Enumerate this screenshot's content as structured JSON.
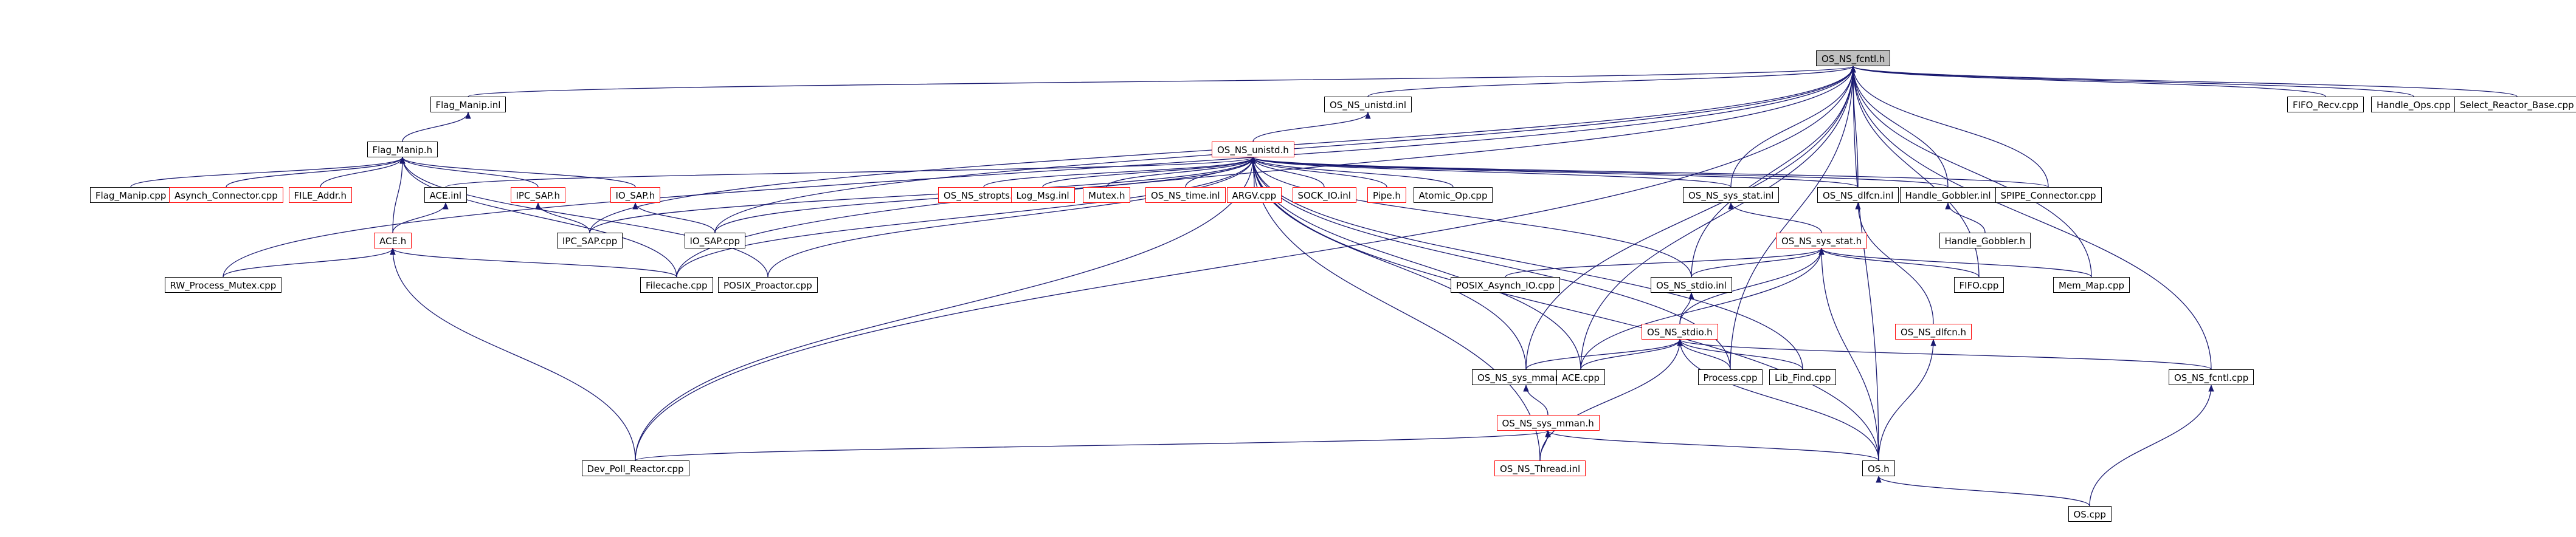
{
  "diagram": {
    "colors": {
      "edge": "#191970",
      "border": "#000000",
      "incomplete_border": "#ff0000",
      "root_fill": "#bfbfbf"
    },
    "nodes": [
      {
        "id": "os_ns_fcntl_h",
        "label": "OS_NS_fcntl.h",
        "style": "root"
      },
      {
        "id": "flag_manip_inl",
        "label": "Flag_Manip.inl",
        "style": "normal"
      },
      {
        "id": "os_ns_unistd_inl",
        "label": "OS_NS_unistd.inl",
        "style": "normal"
      },
      {
        "id": "fifo_recv_cpp",
        "label": "FIFO_Recv.cpp",
        "style": "normal"
      },
      {
        "id": "handle_ops_cpp",
        "label": "Handle_Ops.cpp",
        "style": "normal"
      },
      {
        "id": "select_reactor_base_cpp",
        "label": "Select_Reactor_Base.cpp",
        "style": "normal"
      },
      {
        "id": "flag_manip_h",
        "label": "Flag_Manip.h",
        "style": "normal"
      },
      {
        "id": "os_ns_unistd_h",
        "label": "OS_NS_unistd.h",
        "style": "red"
      },
      {
        "id": "flag_manip_cpp",
        "label": "Flag_Manip.cpp",
        "style": "normal"
      },
      {
        "id": "asynch_connector_cpp",
        "label": "Asynch_Connector.cpp",
        "style": "red"
      },
      {
        "id": "file_addr_h",
        "label": "FILE_Addr.h",
        "style": "red"
      },
      {
        "id": "ace_inl",
        "label": "ACE.inl",
        "style": "normal"
      },
      {
        "id": "ipc_sap_h",
        "label": "IPC_SAP.h",
        "style": "red"
      },
      {
        "id": "io_sap_h",
        "label": "IO_SAP.h",
        "style": "red"
      },
      {
        "id": "os_ns_stropts_inl",
        "label": "OS_NS_stropts.inl",
        "style": "red"
      },
      {
        "id": "log_msg_inl",
        "label": "Log_Msg.inl",
        "style": "red"
      },
      {
        "id": "mutex_h",
        "label": "Mutex.h",
        "style": "red"
      },
      {
        "id": "os_ns_time_inl",
        "label": "OS_NS_time.inl",
        "style": "red"
      },
      {
        "id": "argv_cpp",
        "label": "ARGV.cpp",
        "style": "red"
      },
      {
        "id": "sock_io_inl",
        "label": "SOCK_IO.inl",
        "style": "red"
      },
      {
        "id": "pipe_h",
        "label": "Pipe.h",
        "style": "red"
      },
      {
        "id": "atomic_op_cpp",
        "label": "Atomic_Op.cpp",
        "style": "normal"
      },
      {
        "id": "os_ns_sys_stat_inl",
        "label": "OS_NS_sys_stat.inl",
        "style": "normal"
      },
      {
        "id": "os_ns_dlfcn_inl",
        "label": "OS_NS_dlfcn.inl",
        "style": "normal"
      },
      {
        "id": "handle_gobbler_inl",
        "label": "Handle_Gobbler.inl",
        "style": "normal"
      },
      {
        "id": "spipe_connector_cpp",
        "label": "SPIPE_Connector.cpp",
        "style": "normal"
      },
      {
        "id": "handle_gobbler_h",
        "label": "Handle_Gobbler.h",
        "style": "normal"
      },
      {
        "id": "ipc_sap_cpp",
        "label": "IPC_SAP.cpp",
        "style": "normal"
      },
      {
        "id": "io_sap_cpp",
        "label": "IO_SAP.cpp",
        "style": "normal"
      },
      {
        "id": "ace_h",
        "label": "ACE.h",
        "style": "red"
      },
      {
        "id": "os_ns_sys_stat_h",
        "label": "OS_NS_sys_stat.h",
        "style": "red"
      },
      {
        "id": "rw_process_mutex_cpp",
        "label": "RW_Process_Mutex.cpp",
        "style": "normal"
      },
      {
        "id": "filecache_cpp",
        "label": "Filecache.cpp",
        "style": "normal"
      },
      {
        "id": "posix_proactor_cpp",
        "label": "POSIX_Proactor.cpp",
        "style": "normal"
      },
      {
        "id": "posix_asynch_io_cpp",
        "label": "POSIX_Asynch_IO.cpp",
        "style": "normal"
      },
      {
        "id": "os_ns_stdio_inl",
        "label": "OS_NS_stdio.inl",
        "style": "normal"
      },
      {
        "id": "fifo_cpp",
        "label": "FIFO.cpp",
        "style": "normal"
      },
      {
        "id": "mem_map_cpp",
        "label": "Mem_Map.cpp",
        "style": "normal"
      },
      {
        "id": "os_ns_stdio_h",
        "label": "OS_NS_stdio.h",
        "style": "red"
      },
      {
        "id": "os_ns_dlfcn_h",
        "label": "OS_NS_dlfcn.h",
        "style": "red"
      },
      {
        "id": "os_ns_sys_mman_inl",
        "label": "OS_NS_sys_mman.inl",
        "style": "normal"
      },
      {
        "id": "ace_cpp",
        "label": "ACE.cpp",
        "style": "normal"
      },
      {
        "id": "process_cpp",
        "label": "Process.cpp",
        "style": "normal"
      },
      {
        "id": "lib_find_cpp",
        "label": "Lib_Find.cpp",
        "style": "normal"
      },
      {
        "id": "os_ns_fcntl_cpp",
        "label": "OS_NS_fcntl.cpp",
        "style": "normal"
      },
      {
        "id": "os_ns_sys_mman_h",
        "label": "OS_NS_sys_mman.h",
        "style": "red"
      },
      {
        "id": "dev_poll_reactor_cpp",
        "label": "Dev_Poll_Reactor.cpp",
        "style": "normal"
      },
      {
        "id": "os_ns_thread_inl",
        "label": "OS_NS_Thread.inl",
        "style": "red"
      },
      {
        "id": "os_h",
        "label": "OS.h",
        "style": "normal"
      },
      {
        "id": "os_cpp",
        "label": "OS.cpp",
        "style": "normal"
      }
    ],
    "edges": [
      [
        "flag_manip_inl",
        "os_ns_fcntl_h"
      ],
      [
        "os_ns_unistd_inl",
        "os_ns_fcntl_h"
      ],
      [
        "fifo_recv_cpp",
        "os_ns_fcntl_h"
      ],
      [
        "handle_ops_cpp",
        "os_ns_fcntl_h"
      ],
      [
        "select_reactor_base_cpp",
        "os_ns_fcntl_h"
      ],
      [
        "flag_manip_h",
        "flag_manip_inl"
      ],
      [
        "os_ns_unistd_h",
        "os_ns_unistd_inl"
      ],
      [
        "flag_manip_cpp",
        "flag_manip_h"
      ],
      [
        "asynch_connector_cpp",
        "flag_manip_h"
      ],
      [
        "file_addr_h",
        "flag_manip_h"
      ],
      [
        "ace_h",
        "flag_manip_h"
      ],
      [
        "ipc_sap_h",
        "flag_manip_h"
      ],
      [
        "io_sap_h",
        "flag_manip_h"
      ],
      [
        "filecache_cpp",
        "flag_manip_h"
      ],
      [
        "posix_proactor_cpp",
        "flag_manip_h"
      ],
      [
        "ace_h",
        "ace_inl"
      ],
      [
        "ipc_sap_cpp",
        "ipc_sap_h"
      ],
      [
        "io_sap_cpp",
        "io_sap_h"
      ],
      [
        "rw_process_mutex_cpp",
        "ace_h"
      ],
      [
        "filecache_cpp",
        "ace_h"
      ],
      [
        "dev_poll_reactor_cpp",
        "ace_h"
      ],
      [
        "ace_inl",
        "os_ns_unistd_h"
      ],
      [
        "ipc_sap_cpp",
        "os_ns_unistd_h"
      ],
      [
        "io_sap_cpp",
        "os_ns_unistd_h"
      ],
      [
        "os_ns_stropts_inl",
        "os_ns_unistd_h"
      ],
      [
        "log_msg_inl",
        "os_ns_unistd_h"
      ],
      [
        "mutex_h",
        "os_ns_unistd_h"
      ],
      [
        "os_ns_time_inl",
        "os_ns_unistd_h"
      ],
      [
        "argv_cpp",
        "os_ns_unistd_h"
      ],
      [
        "sock_io_inl",
        "os_ns_unistd_h"
      ],
      [
        "pipe_h",
        "os_ns_unistd_h"
      ],
      [
        "atomic_op_cpp",
        "os_ns_unistd_h"
      ],
      [
        "os_ns_sys_stat_inl",
        "os_ns_unistd_h"
      ],
      [
        "os_ns_dlfcn_inl",
        "os_ns_unistd_h"
      ],
      [
        "handle_gobbler_inl",
        "os_ns_unistd_h"
      ],
      [
        "spipe_connector_cpp",
        "os_ns_unistd_h"
      ],
      [
        "filecache_cpp",
        "os_ns_unistd_h"
      ],
      [
        "posix_proactor_cpp",
        "os_ns_unistd_h"
      ],
      [
        "dev_poll_reactor_cpp",
        "os_ns_unistd_h"
      ],
      [
        "os_ns_sys_mman_inl",
        "os_ns_unistd_h"
      ],
      [
        "os_ns_thread_inl",
        "os_ns_unistd_h"
      ],
      [
        "os_h",
        "os_ns_unistd_h"
      ],
      [
        "os_ns_stdio_inl",
        "os_ns_unistd_h"
      ],
      [
        "lib_find_cpp",
        "os_ns_unistd_h"
      ],
      [
        "process_cpp",
        "os_ns_unistd_h"
      ],
      [
        "ace_cpp",
        "os_ns_unistd_h"
      ],
      [
        "handle_gobbler_h",
        "handle_gobbler_inl"
      ],
      [
        "os_ns_sys_stat_h",
        "os_ns_sys_stat_inl"
      ],
      [
        "os_ns_dlfcn_h",
        "os_ns_dlfcn_inl"
      ],
      [
        "posix_asynch_io_cpp",
        "os_ns_sys_stat_h"
      ],
      [
        "os_ns_stdio_inl",
        "os_ns_sys_stat_h"
      ],
      [
        "fifo_cpp",
        "os_ns_sys_stat_h"
      ],
      [
        "mem_map_cpp",
        "os_ns_sys_stat_h"
      ],
      [
        "os_ns_stdio_h",
        "os_ns_sys_stat_h"
      ],
      [
        "ace_cpp",
        "os_ns_sys_stat_h"
      ],
      [
        "os_h",
        "os_ns_sys_stat_h"
      ],
      [
        "os_ns_stdio_h",
        "os_ns_stdio_inl"
      ],
      [
        "os_ns_sys_mman_inl",
        "os_ns_stdio_h"
      ],
      [
        "ace_cpp",
        "os_ns_stdio_h"
      ],
      [
        "process_cpp",
        "os_ns_stdio_h"
      ],
      [
        "lib_find_cpp",
        "os_ns_stdio_h"
      ],
      [
        "os_ns_fcntl_cpp",
        "os_ns_stdio_h"
      ],
      [
        "os_ns_thread_inl",
        "os_ns_stdio_h"
      ],
      [
        "os_h",
        "os_ns_stdio_h"
      ],
      [
        "os_h",
        "os_ns_dlfcn_h"
      ],
      [
        "os_ns_sys_mman_h",
        "os_ns_sys_mman_inl"
      ],
      [
        "dev_poll_reactor_cpp",
        "os_ns_sys_mman_h"
      ],
      [
        "os_ns_thread_inl",
        "os_ns_sys_mman_h"
      ],
      [
        "os_h",
        "os_ns_sys_mman_h"
      ],
      [
        "os_cpp",
        "os_h"
      ],
      [
        "os_cpp",
        "os_ns_fcntl_cpp"
      ],
      [
        "rw_process_mutex_cpp",
        "os_ns_fcntl_h"
      ],
      [
        "dev_poll_reactor_cpp",
        "os_ns_fcntl_h"
      ],
      [
        "ipc_sap_cpp",
        "os_ns_fcntl_h"
      ],
      [
        "io_sap_cpp",
        "os_ns_fcntl_h"
      ],
      [
        "os_ns_sys_mman_inl",
        "os_ns_fcntl_h"
      ],
      [
        "ace_cpp",
        "os_ns_fcntl_h"
      ],
      [
        "os_ns_sys_stat_inl",
        "os_ns_fcntl_h"
      ],
      [
        "os_ns_dlfcn_inl",
        "os_ns_fcntl_h"
      ],
      [
        "handle_gobbler_inl",
        "os_ns_fcntl_h"
      ],
      [
        "spipe_connector_cpp",
        "os_ns_fcntl_h"
      ],
      [
        "os_ns_stdio_inl",
        "os_ns_fcntl_h"
      ],
      [
        "fifo_cpp",
        "os_ns_fcntl_h"
      ],
      [
        "mem_map_cpp",
        "os_ns_fcntl_h"
      ],
      [
        "process_cpp",
        "os_ns_fcntl_h"
      ],
      [
        "os_ns_fcntl_cpp",
        "os_ns_fcntl_h"
      ],
      [
        "os_h",
        "os_ns_fcntl_h"
      ],
      [
        "filecache_cpp",
        "os_ns_fcntl_h"
      ]
    ]
  }
}
